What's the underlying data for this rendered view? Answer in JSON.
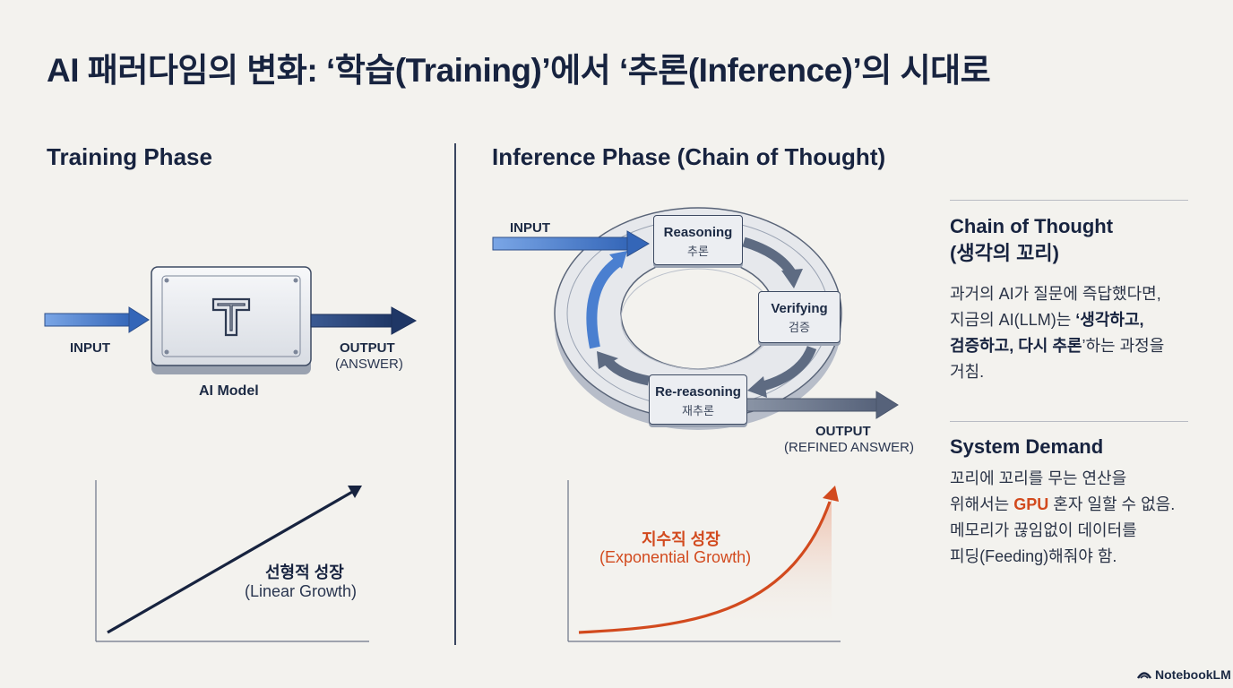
{
  "title": "AI 패러다임의 변화: ‘학습(Training)’에서 ‘추론(Inference)’의 시대로",
  "training": {
    "heading": "Training Phase",
    "input_label": "INPUT",
    "output_label": "OUTPUT",
    "output_sub": "(ANSWER)",
    "model_label": "AI Model",
    "growth_ko": "선형적 성장",
    "growth_en": "(Linear Growth)"
  },
  "inference": {
    "heading": "Inference Phase (Chain of Thought)",
    "input_label": "INPUT",
    "output_label": "OUTPUT",
    "output_sub": "(REFINED ANSWER)",
    "stages": [
      {
        "en": "Reasoning",
        "ko": "추론"
      },
      {
        "en": "Verifying",
        "ko": "검증"
      },
      {
        "en": "Re-reasoning",
        "ko": "재추론"
      }
    ],
    "growth_ko": "지수직 성장",
    "growth_en": "(Exponential Growth)"
  },
  "sidebar": {
    "cot_title_1": "Chain of Thought",
    "cot_title_2": "(생각의 꼬리)",
    "cot_p1": "과거의 AI가 질문에 즉답했다면,",
    "cot_p2a": "지금의 AI(LLM)는 ",
    "cot_p2b": "‘생각하고,",
    "cot_p3a": "검증하고, 다시 추론",
    "cot_p3b": "’하는 과정을",
    "cot_p4": "거침.",
    "demand_title": "System Demand",
    "demand_p1": "꼬리에 꼬리를 무는 연산을",
    "demand_p2a": "위해서는 ",
    "demand_p2b": "GPU",
    "demand_p2c": " 혼자 일할 수 없음.",
    "demand_p3": "메모리가 끊임없이 데이터를",
    "demand_p4": "피딩(Feeding)해줘야 함."
  },
  "brand": "NotebookLM",
  "colors": {
    "navy": "#17233f",
    "blue": "#3f74c4",
    "accent": "#d24a1e"
  }
}
